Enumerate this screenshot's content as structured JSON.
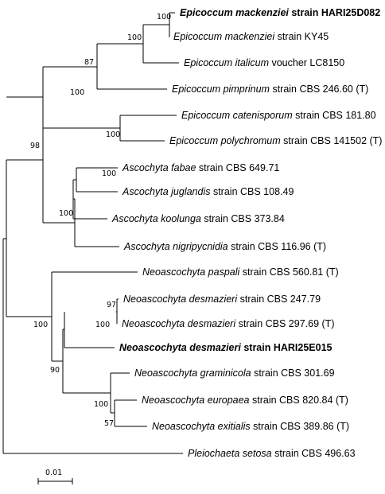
{
  "scale_bar": {
    "label": "0.01"
  },
  "taxa": [
    {
      "genus_species": "Epicoccum mackenziei",
      "strain": "strain HARI25D082",
      "bold": true
    },
    {
      "genus_species": "Epicoccum mackenziei",
      "strain": "strain KY45",
      "bold": false
    },
    {
      "genus_species": "Epicoccum italicum",
      "strain": "voucher LC8150",
      "bold": false
    },
    {
      "genus_species": "Epicoccum pimprinum",
      "strain": "strain CBS 246.60 (T)",
      "bold": false
    },
    {
      "genus_species": "Epicoccum catenisporum",
      "strain": "strain CBS 181.80",
      "bold": false
    },
    {
      "genus_species": "Epicoccum polychromum",
      "strain": "strain CBS 141502 (T)",
      "bold": false
    },
    {
      "genus_species": "Ascochyta fabae",
      "strain": "strain CBS 649.71",
      "bold": false
    },
    {
      "genus_species": "Ascochyta juglandis",
      "strain": "strain CBS 108.49",
      "bold": false
    },
    {
      "genus_species": "Ascochyta koolunga",
      "strain": "strain CBS 373.84",
      "bold": false
    },
    {
      "genus_species": "Ascochyta nigripycnidia",
      "strain": "strain CBS 116.96 (T)",
      "bold": false
    },
    {
      "genus_species": "Neoascochyta paspali",
      "strain": "strain CBS 560.81 (T)",
      "bold": false
    },
    {
      "genus_species": "Neoascochyta desmazieri",
      "strain": "strain CBS 247.79",
      "bold": false
    },
    {
      "genus_species": "Neoascochyta desmazieri",
      "strain": "strain CBS 297.69 (T)",
      "bold": false
    },
    {
      "genus_species": "Neoascochyta desmazieri",
      "strain": "strain HARI25E015",
      "bold": true
    },
    {
      "genus_species": "Neoascochyta graminicola",
      "strain": "strain CBS 301.69",
      "bold": false
    },
    {
      "genus_species": "Neoascochyta europaea",
      "strain": "strain CBS 820.84 (T)",
      "bold": false
    },
    {
      "genus_species": "Neoascochyta exitialis",
      "strain": "strain CBS 389.86 (T)",
      "bold": false
    },
    {
      "genus_species": "Pleiochaeta setosa",
      "strain": "strain CBS 496.63",
      "bold": false
    }
  ],
  "bootstrap": [
    "100",
    "100",
    "87",
    "100",
    "100",
    "98",
    "100",
    "100",
    "97",
    "100",
    "100",
    "90",
    "100",
    "57"
  ]
}
